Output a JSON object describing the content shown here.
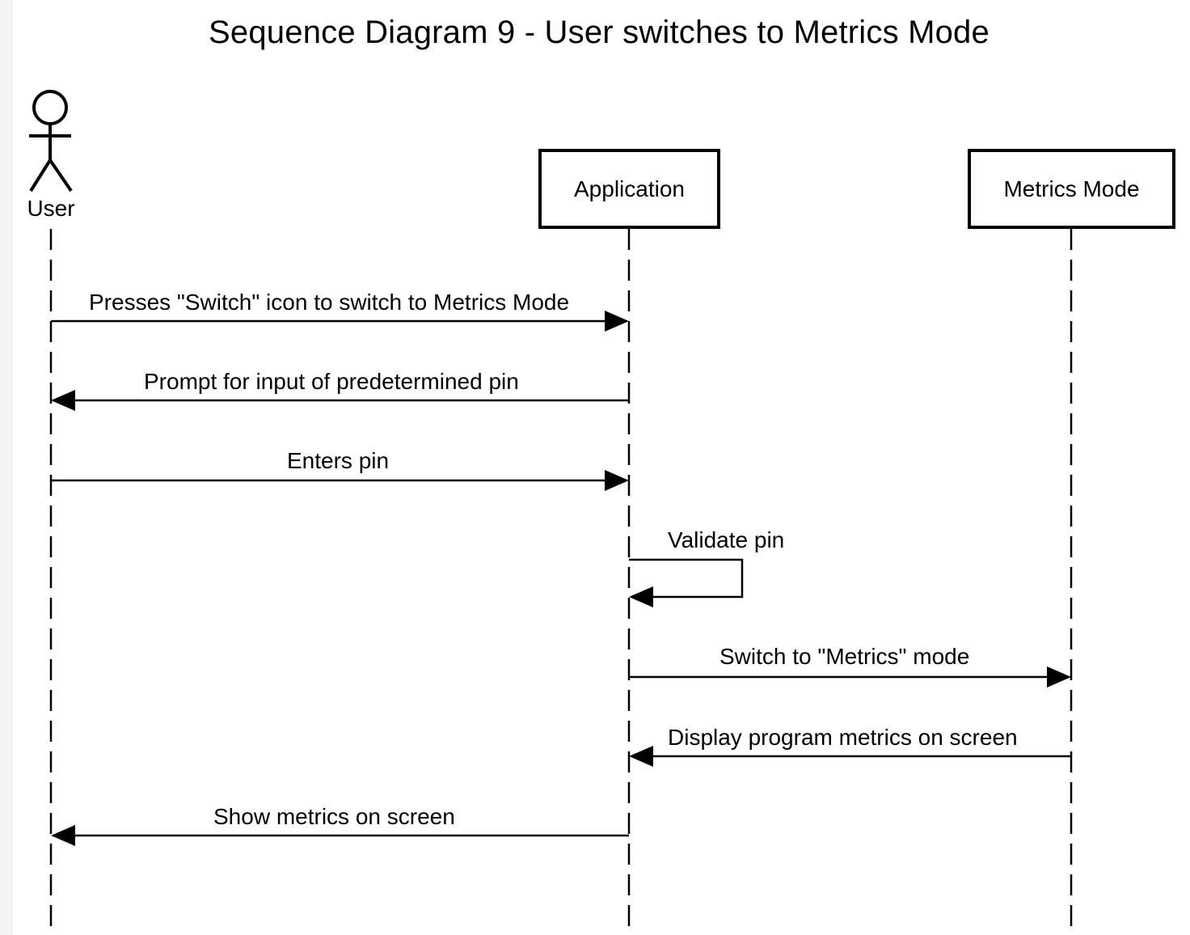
{
  "title": "Sequence Diagram 9 - User switches to Metrics Mode",
  "participants": [
    {
      "id": "user",
      "label": "User",
      "kind": "actor"
    },
    {
      "id": "app",
      "label": "Application",
      "kind": "box"
    },
    {
      "id": "metrics",
      "label": "Metrics Mode",
      "kind": "box"
    }
  ],
  "messages": [
    {
      "label": "Presses \"Switch\" icon to switch to Metrics Mode",
      "from": "user",
      "to": "app"
    },
    {
      "label": "Prompt for input of predetermined pin",
      "from": "app",
      "to": "user"
    },
    {
      "label": "Enters pin",
      "from": "user",
      "to": "app"
    },
    {
      "label": "Validate pin",
      "from": "app",
      "to": "app"
    },
    {
      "label": "Switch to \"Metrics\" mode",
      "from": "app",
      "to": "metrics"
    },
    {
      "label": "Display program metrics on screen",
      "from": "metrics",
      "to": "app"
    },
    {
      "label": "Show metrics on screen",
      "from": "app",
      "to": "user"
    }
  ]
}
